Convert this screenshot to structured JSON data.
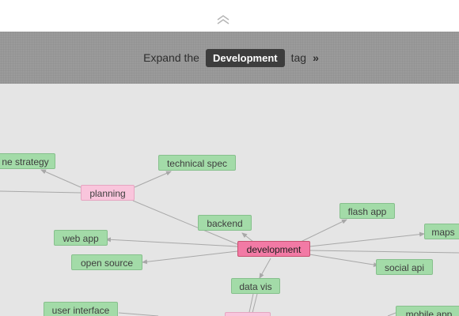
{
  "banner": {
    "prefix": "Expand the",
    "tag": "Development",
    "suffix": "tag",
    "arrow": "»"
  },
  "graph": {
    "nodes": [
      {
        "id": "strategy",
        "label": "ne strategy"
      },
      {
        "id": "techspec",
        "label": "technical spec"
      },
      {
        "id": "planning",
        "label": "planning"
      },
      {
        "id": "backend",
        "label": "backend"
      },
      {
        "id": "flashapp",
        "label": "flash app"
      },
      {
        "id": "maps",
        "label": "maps"
      },
      {
        "id": "webapp",
        "label": "web app"
      },
      {
        "id": "development",
        "label": "development"
      },
      {
        "id": "opensource",
        "label": "open source"
      },
      {
        "id": "socialapi",
        "label": "social api"
      },
      {
        "id": "datavis",
        "label": "data vis"
      },
      {
        "id": "userinterface",
        "label": "user interface"
      },
      {
        "id": "mobileapp",
        "label": "mobile app"
      }
    ]
  },
  "colors": {
    "tag_green": "#a3dba8",
    "tag_pink": "#f9c5dc",
    "tag_active": "#f27aa5",
    "edge": "#a8a8a8"
  }
}
